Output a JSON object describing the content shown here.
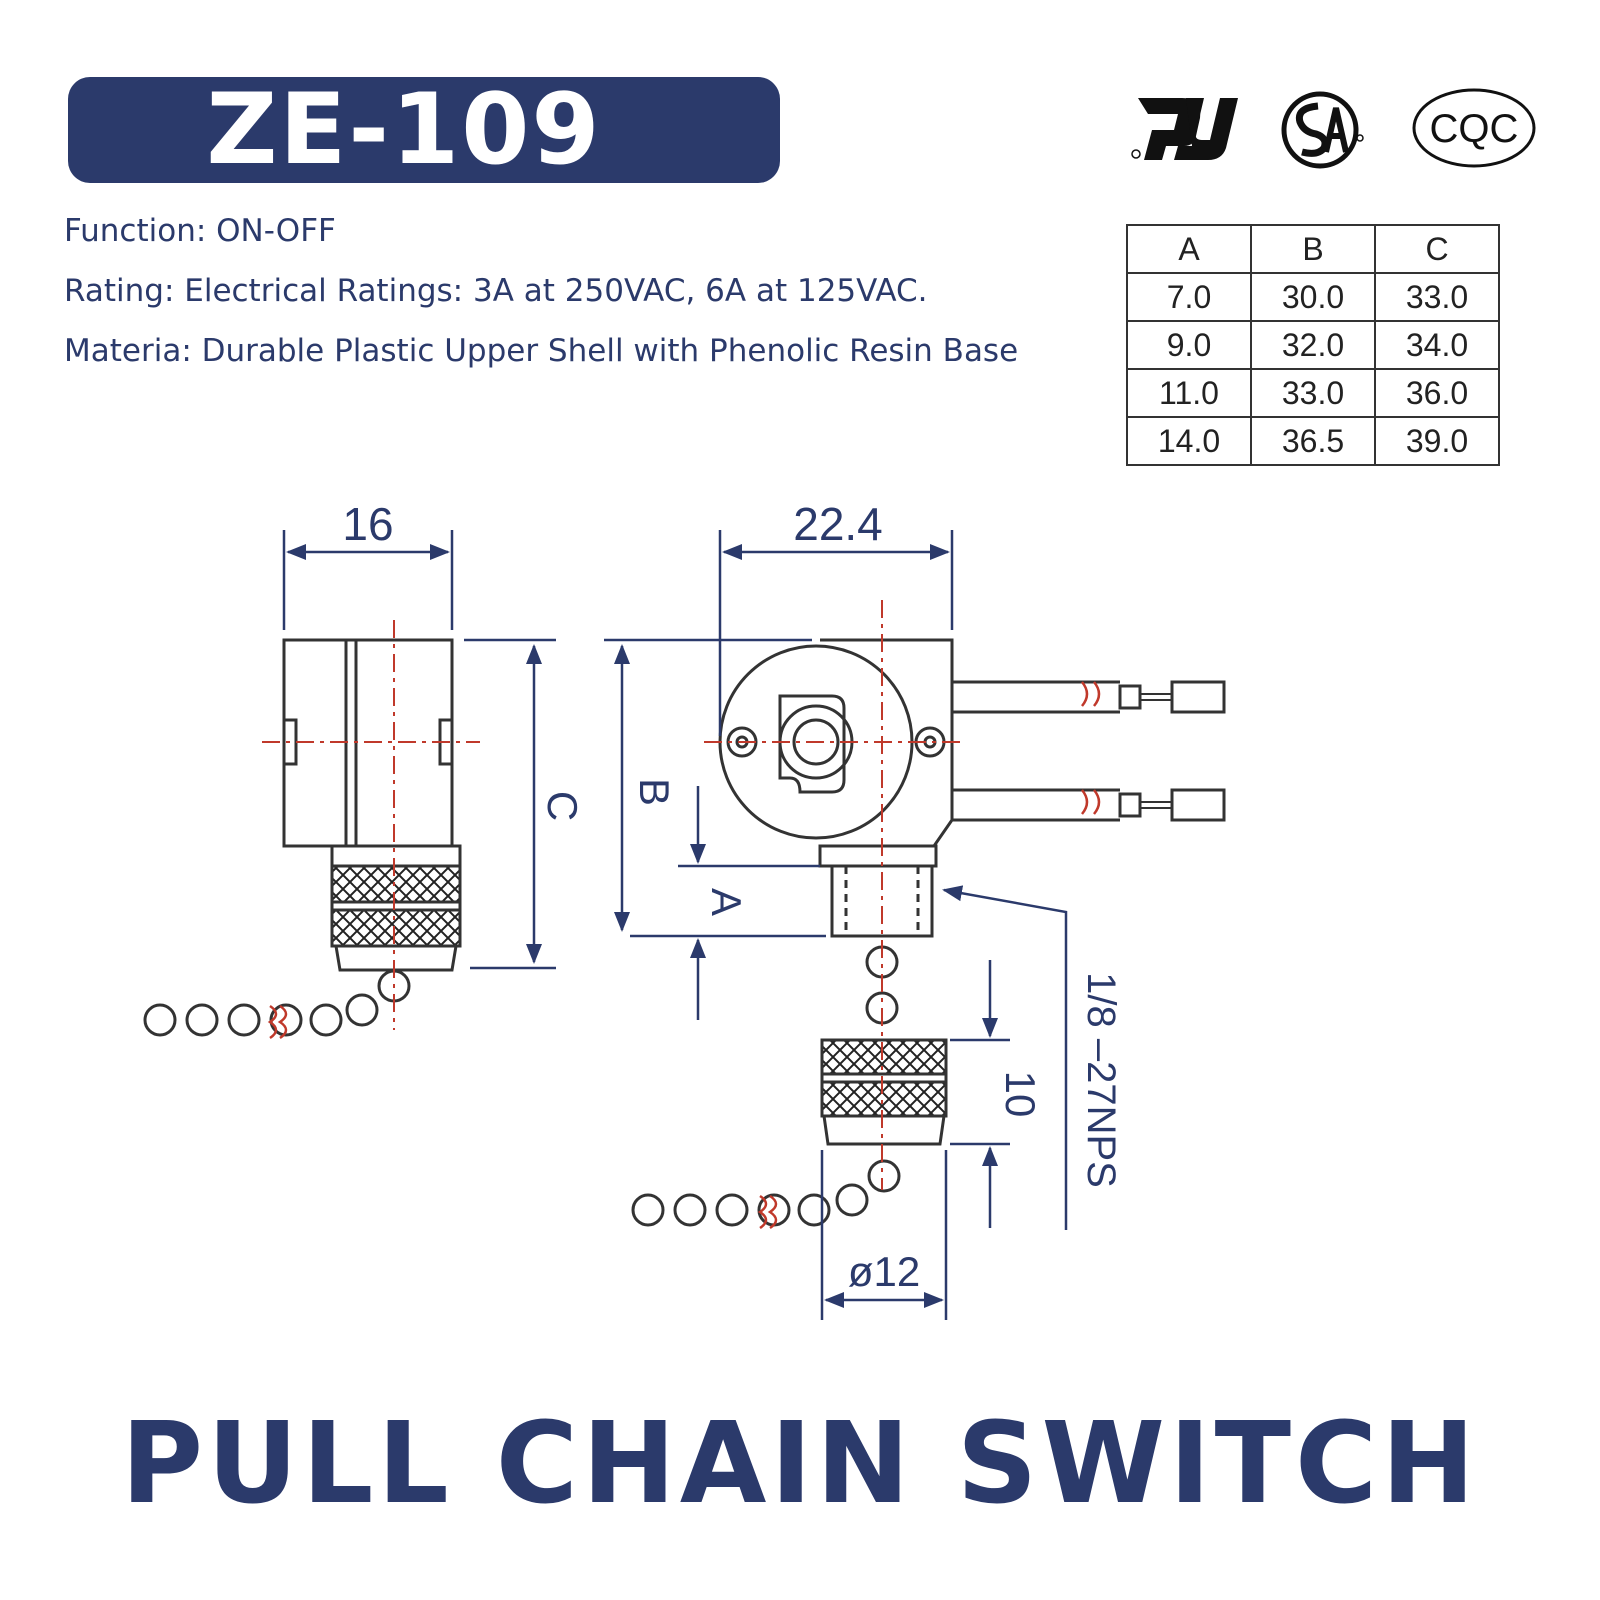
{
  "header": {
    "model": "ZE-109"
  },
  "specs": {
    "function": "Function: ON-OFF",
    "rating": "Rating: Electrical Ratings: 3A at 250VAC, 6A at 125VAC.",
    "material": "Materia: Durable Plastic Upper Shell with Phenolic Resin Base"
  },
  "certifications": {
    "ul_icon": "ul-mark-icon",
    "csa_icon": "csa-mark-icon",
    "cqc_label": "CQC"
  },
  "dimension_table": {
    "headers": [
      "A",
      "B",
      "C"
    ],
    "rows": [
      [
        "7.0",
        "30.0",
        "33.0"
      ],
      [
        "9.0",
        "32.0",
        "34.0"
      ],
      [
        "11.0",
        "33.0",
        "36.0"
      ],
      [
        "14.0",
        "36.5",
        "39.0"
      ]
    ]
  },
  "drawing": {
    "dim_width_side": "16",
    "dim_width_front": "22.4",
    "label_c": "C",
    "label_b": "B",
    "label_a": "A",
    "dim_knob_height": "10",
    "dim_knob_diameter": "ø12",
    "thread_spec": "1/8 –27NPS"
  },
  "colors": {
    "navy": "#2b3a6b",
    "line": "#333333",
    "dim": "#2b3a6b",
    "center": "#c0392b"
  },
  "footer": {
    "title": "PULL CHAIN SWITCH"
  }
}
